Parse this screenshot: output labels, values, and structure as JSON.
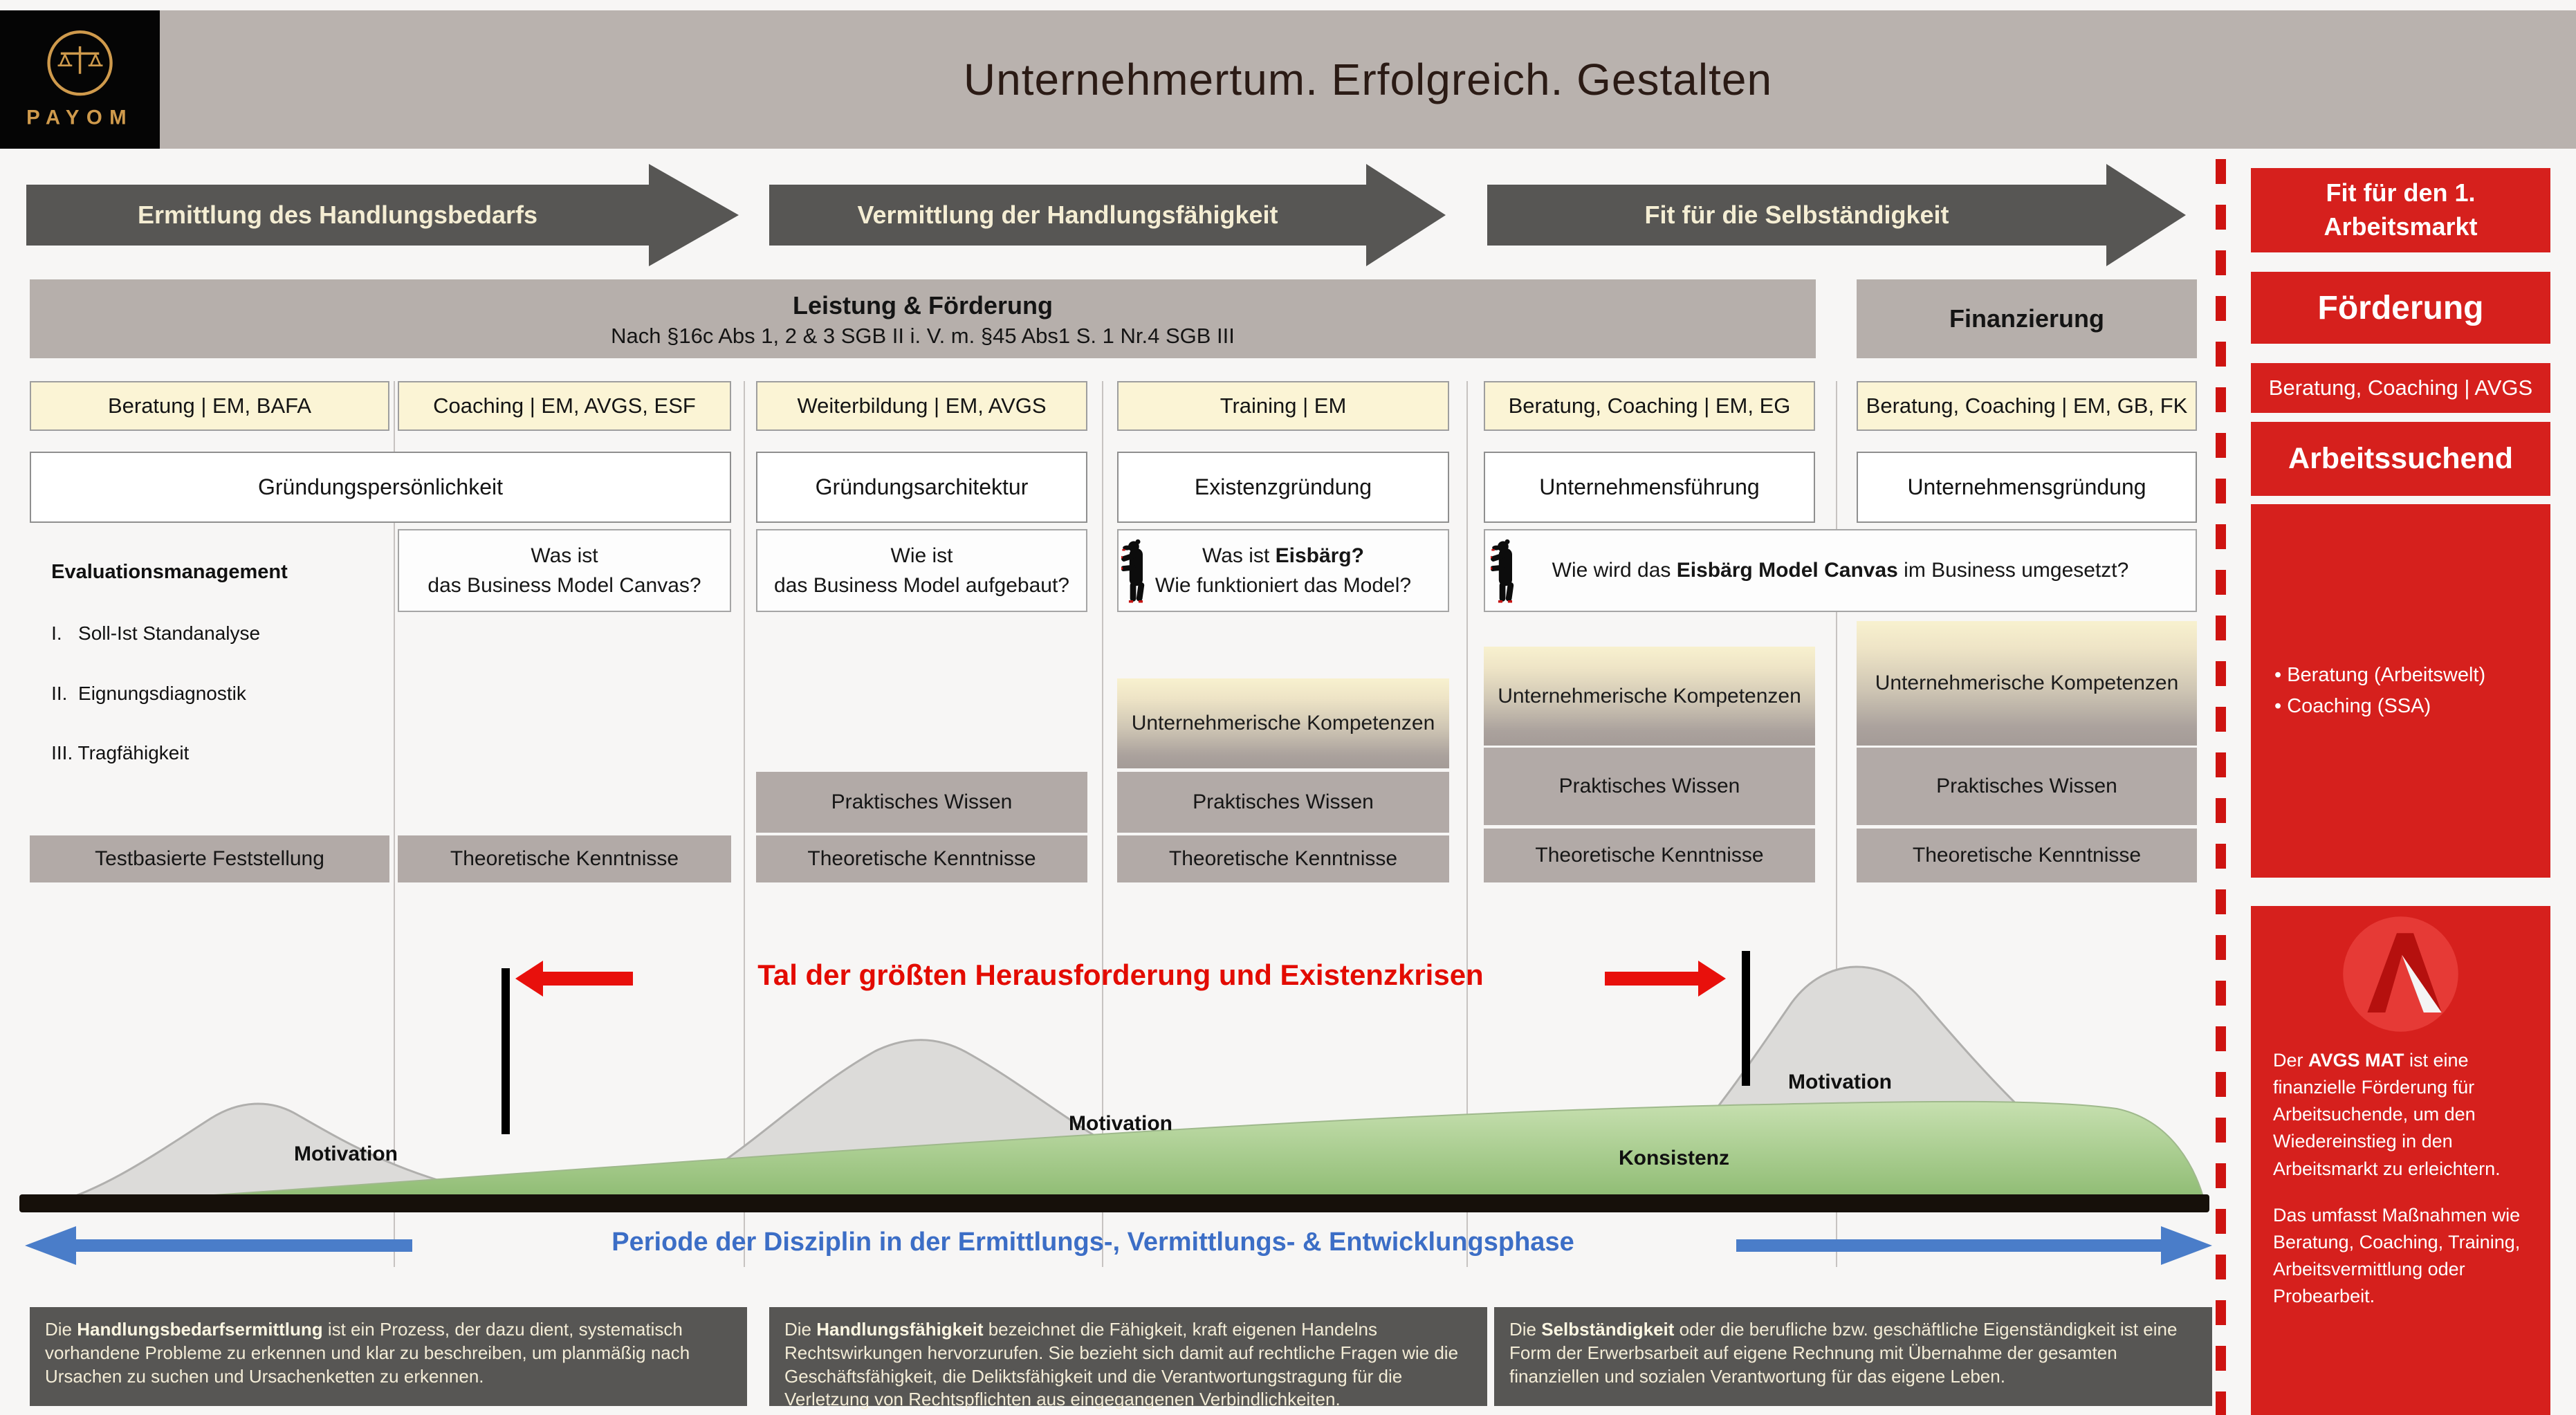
{
  "header": {
    "logo": "PAYOM",
    "title": "Unternehmertum. Erfolgreich. Gestalten"
  },
  "phases": [
    {
      "label": "Ermittlung des Handlungsbedarfs"
    },
    {
      "label": "Vermittlung der Handlungsfähigkeit"
    },
    {
      "label": "Fit für die Selbständigkeit"
    }
  ],
  "funding": {
    "title": "Leistung & Förderung",
    "subtitle": "Nach §16c Abs 1, 2 & 3 SGB II  i. V. m. §45 Abs1 S. 1 Nr.4 SGB III",
    "finance": "Finanzierung"
  },
  "measures": [
    {
      "label": "Beratung | EM, BAFA"
    },
    {
      "label": "Coaching | EM, AVGS, ESF"
    },
    {
      "label": "Weiterbildung | EM, AVGS"
    },
    {
      "label": "Training | EM"
    },
    {
      "label": "Beratung, Coaching | EM, EG"
    },
    {
      "label": "Beratung, Coaching | EM, GB, FK"
    }
  ],
  "topics": {
    "personality": "Gründungspersönlichkeit",
    "architecture": "Gründungsarchitektur",
    "founding": "Existenzgründung",
    "leadership": "Unternehmensführung",
    "formation": "Unternehmensgründung"
  },
  "evaluation": {
    "title": "Evaluationsmanagement",
    "items": [
      {
        "label": "I.   Soll-Ist Standanalyse"
      },
      {
        "label": "II.  Eignungsdiagnostik"
      },
      {
        "label": "III. Tragfähigkeit"
      }
    ]
  },
  "questions": {
    "bmc": {
      "line1": "Was ist",
      "line2": "das Business Model Canvas?"
    },
    "structure": {
      "line1": "Wie ist",
      "line2": "das Business Model aufgebaut?"
    },
    "eisbaerg": {
      "pre": "Was ist ",
      "bold": "Eisbärg?",
      "line2": "Wie funktioniert das Model?"
    },
    "canvas": {
      "pre": "Wie wird das ",
      "bold": "Eisbärg Model Canvas",
      "post": " im Business umgesetzt?"
    }
  },
  "stacks": {
    "kompetenzen": "Unternehmerische Kompetenzen",
    "praktisch": "Praktisches Wissen",
    "theoretisch": "Theoretische Kenntnisse",
    "testbasiert": "Testbasierte Feststellung"
  },
  "valley": {
    "label": "Tal der größten Herausforderung und Existenzkrisen"
  },
  "curves": {
    "motivation": "Motivation",
    "konsistenz": "Konsistenz"
  },
  "period": {
    "pre": "Periode der ",
    "bold": "Disziplin",
    "post": " in der Ermittlungs-, Vermittlungs- & Entwicklungsphase"
  },
  "definitions": [
    {
      "pre": "Die ",
      "bold": "Handlungsbedarfsermittlung",
      "post": " ist ein Prozess, der dazu dient, systematisch vorhandene Probleme zu erkennen und klar zu beschreiben, um planmäßig nach Ursachen zu suchen und Ursachenketten zu erkennen."
    },
    {
      "pre": "Die ",
      "bold": "Handlungsfähigkeit",
      "post": " bezeichnet die Fähigkeit, kraft eigenen Handelns Rechtswirkungen hervorzurufen. Sie bezieht sich damit auf rechtliche Fragen wie die Geschäftsfähigkeit, die Deliktsfähigkeit und die Verantwortungstragung für die Verletzung von Rechtspflichten aus eingegangenen Verbindlichkeiten."
    },
    {
      "pre": "Die ",
      "bold": "Selbständigkeit",
      "post": " oder die berufliche bzw. geschäftliche Eigenständigkeit ist eine Form der Erwerbsarbeit auf eigene Rechnung mit Übernahme der gesamten finanziellen und sozialen Verantwortung für das eigene Leben."
    }
  ],
  "sidebar": {
    "market_line1": "Fit für den 1.",
    "market_line2": "Arbeitsmarkt",
    "funding": "Förderung",
    "measure": "Beratung, Coaching | AVGS",
    "status": "Arbeitssuchend",
    "bullets": [
      {
        "label": "• Beratung (Arbeitswelt)"
      },
      {
        "label": "• Coaching (SSA)"
      }
    ],
    "avgs_pre": "Der ",
    "avgs_bold": "AVGS MAT",
    "avgs_post": " ist eine finanzielle Förderung für Arbeitsuchende, um den Wiedereinstieg in den Arbeitsmarkt zu erleichtern.",
    "avgs_p2": "Das umfasst Maßnahmen wie Beratung, Coaching, Training, Arbeitsvermittlung oder Probearbeit."
  },
  "colors": {
    "red": "#d6201d",
    "bright_red": "#e8100c",
    "blue": "#4a7dc9",
    "green": "#9cc583",
    "dark_gray": "#575654",
    "bar_gray": "#b6afab",
    "cream": "#f4edd3",
    "yellow": "#fbf4d5"
  }
}
